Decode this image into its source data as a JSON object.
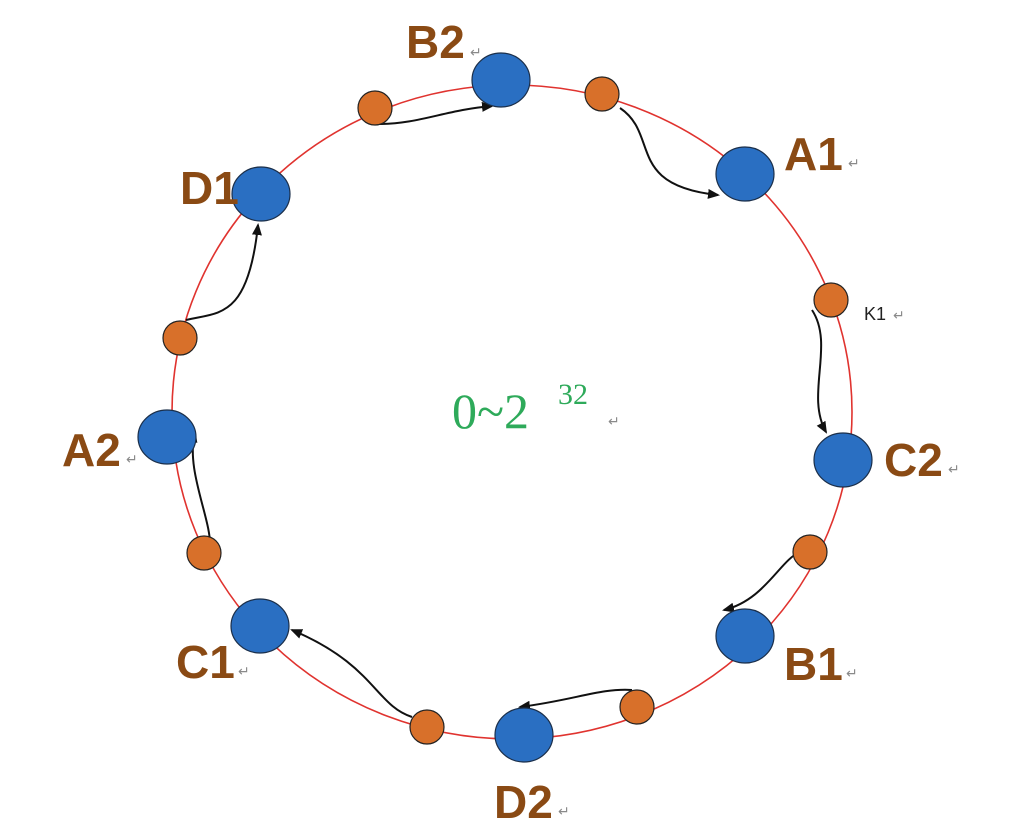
{
  "colors": {
    "ring": "#e0332f",
    "server_node": "#2a6fc2",
    "data_key": "#d8702a",
    "arrow": "#111111",
    "label": "#8a4a14",
    "range_text": "#2eaa5a"
  },
  "ring": {
    "range_base": "0~2",
    "range_exponent": "32"
  },
  "server_nodes": [
    {
      "label": "B2"
    },
    {
      "label": "A1"
    },
    {
      "label": "C2"
    },
    {
      "label": "B1"
    },
    {
      "label": "D2"
    },
    {
      "label": "C1"
    },
    {
      "label": "A2"
    },
    {
      "label": "D1"
    }
  ],
  "data_keys": [
    {
      "label": "K1",
      "maps_to": "C2"
    },
    {
      "label": "",
      "maps_to": "A1"
    },
    {
      "label": "",
      "maps_to": "B2"
    },
    {
      "label": "",
      "maps_to": "D1"
    },
    {
      "label": "",
      "maps_to": "A2"
    },
    {
      "label": "",
      "maps_to": "C1"
    },
    {
      "label": "",
      "maps_to": "D2"
    },
    {
      "label": "",
      "maps_to": "B1"
    }
  ],
  "paragraph_mark": "↵"
}
